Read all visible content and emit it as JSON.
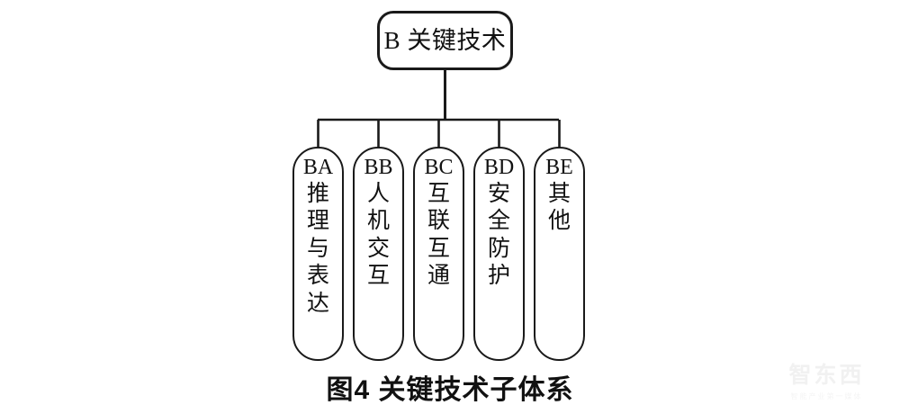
{
  "figure": {
    "caption": "图4 关键技术子体系",
    "background_color": "#ffffff",
    "line_color": "#1a1a1a"
  },
  "tree": {
    "root": {
      "label": "B 关键技术"
    },
    "children": [
      {
        "code": "BA",
        "name": "推理与表达"
      },
      {
        "code": "BB",
        "name": "人机交互"
      },
      {
        "code": "BC",
        "name": "互联互通"
      },
      {
        "code": "BD",
        "name": "安全防护"
      },
      {
        "code": "BE",
        "name": "其他"
      }
    ]
  },
  "watermark": {
    "mark": "智东西",
    "subtitle": "智能产业第一媒体",
    "color": "#f1f1f1"
  },
  "chart_data": {
    "type": "diagram",
    "diagram_type": "org-tree",
    "title": "图4 关键技术子体系",
    "nodes": [
      {
        "id": "B",
        "label": "B 关键技术",
        "level": 0
      },
      {
        "id": "BA",
        "label": "BA 推理与表达",
        "level": 1,
        "parent": "B"
      },
      {
        "id": "BB",
        "label": "BB 人机交互",
        "level": 1,
        "parent": "B"
      },
      {
        "id": "BC",
        "label": "BC 互联互通",
        "level": 1,
        "parent": "B"
      },
      {
        "id": "BD",
        "label": "BD 安全防护",
        "level": 1,
        "parent": "B"
      },
      {
        "id": "BE",
        "label": "BE 其他",
        "level": 1,
        "parent": "B"
      }
    ],
    "edges": [
      {
        "from": "B",
        "to": "BA"
      },
      {
        "from": "B",
        "to": "BB"
      },
      {
        "from": "B",
        "to": "BC"
      },
      {
        "from": "B",
        "to": "BD"
      },
      {
        "from": "B",
        "to": "BE"
      }
    ]
  }
}
